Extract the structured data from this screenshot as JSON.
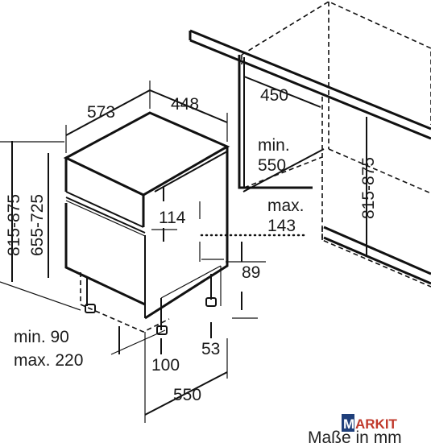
{
  "diagram": {
    "dimensions": {
      "width_depth": "573",
      "width_front": "448",
      "niche_depth": "450",
      "niche_depth_min": "min.",
      "niche_depth_min_value": "550",
      "panel_max_label": "max.",
      "panel_max_value": "143",
      "panel_height": "114",
      "plinth_gap": "89",
      "plinth_height": "53",
      "plinth_depth_min": "min. 90",
      "plinth_depth_max": "max. 220",
      "foot_offset": "100",
      "appliance_depth": "550",
      "total_height": "815-875",
      "body_height": "655-725",
      "niche_height": "815-875"
    },
    "footer": "Maße in mm",
    "watermark": {
      "letter": "M",
      "rest": "ARKIT",
      "box_color": "#1f3f7a",
      "text_color": "#c0392b"
    }
  }
}
